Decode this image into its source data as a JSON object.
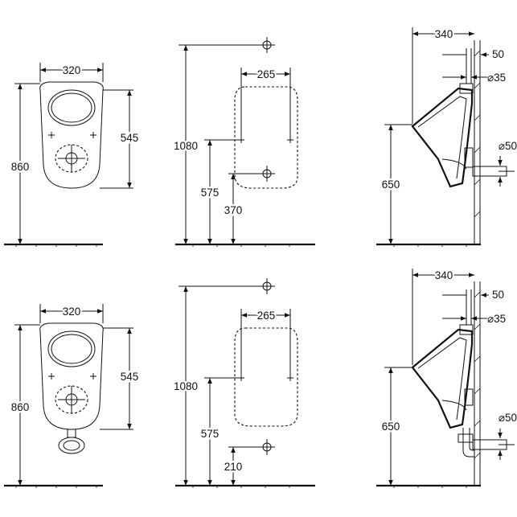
{
  "top_row": {
    "front": {
      "width": "320",
      "height": "860",
      "body_height": "545"
    },
    "wall": {
      "total": "1080",
      "width": "265",
      "mid": "575",
      "low": "370"
    },
    "side": {
      "depth": "340",
      "offset": "50",
      "d_top": "⌀35",
      "height": "650",
      "d_out": "⌀50"
    }
  },
  "bottom_row": {
    "front": {
      "width": "320",
      "height": "860",
      "body_height": "545"
    },
    "wall": {
      "total": "1080",
      "width": "265",
      "mid": "575",
      "low": "210"
    },
    "side": {
      "depth": "340",
      "offset": "50",
      "d_top": "⌀35",
      "height": "650",
      "d_out": "⌀50"
    }
  }
}
